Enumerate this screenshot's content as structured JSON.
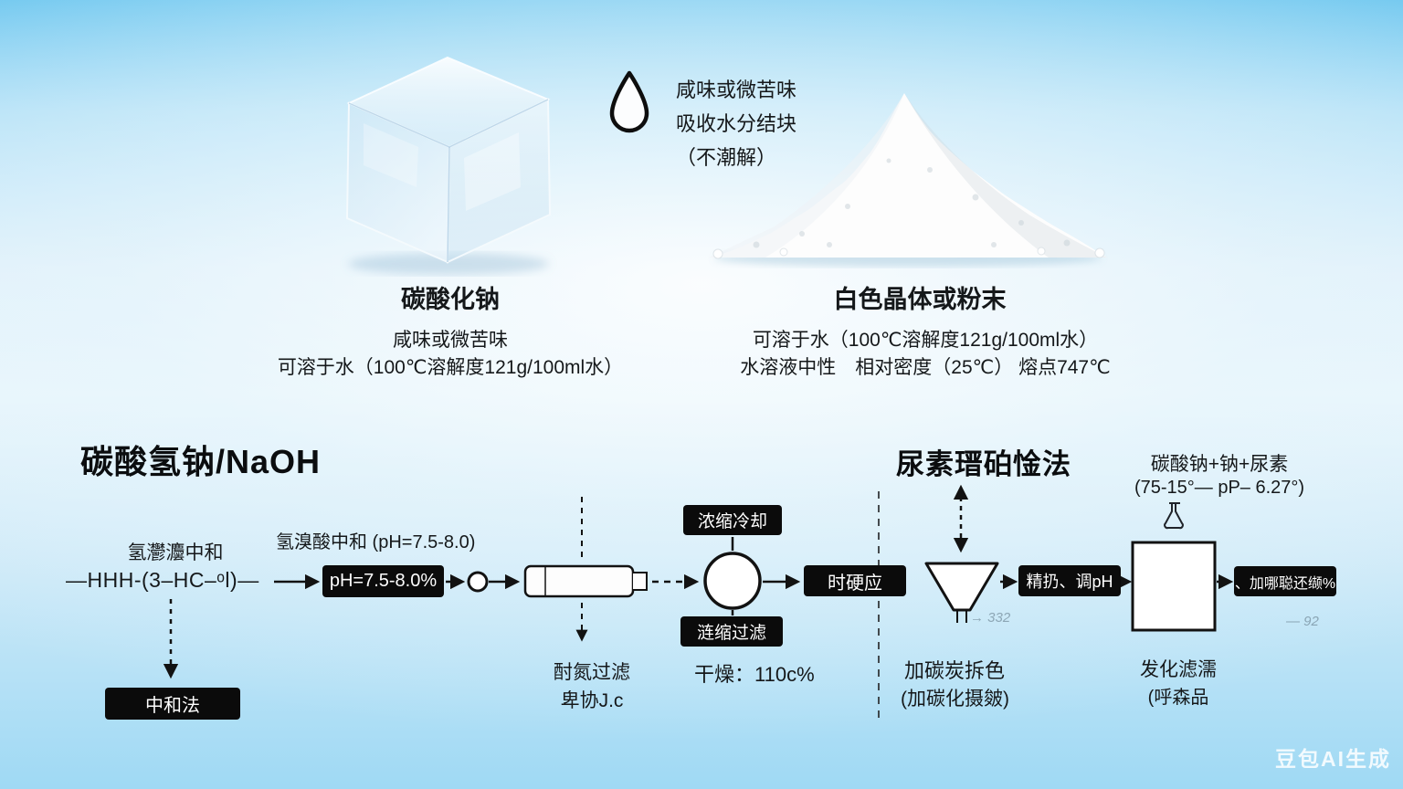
{
  "colors": {
    "box_bg": "#0b0b0b",
    "box_text": "#ffffff",
    "ink": "#15181a",
    "background_top": "#64c3ee",
    "background_mid": "#e7f5fc",
    "background_bottom": "#9fd9f4"
  },
  "top": {
    "droplet_note": [
      "咸味或微苦味",
      "吸收水分结块",
      "（不潮解）"
    ],
    "left_item": {
      "title": "碳酸化钠",
      "desc1": "咸味或微苦味",
      "desc2": "可溶于水（100℃溶解度121g/100ml水）"
    },
    "right_item": {
      "title": "白色晶体或粉末",
      "desc1": "可溶于水（100℃溶解度121g/100ml水）",
      "desc2": "水溶液中性　相对密度（25℃）  熔点747℃"
    }
  },
  "flow": {
    "left_heading": "碳酸氢钠/NaOH",
    "right_heading": "尿素瑨砶惍法",
    "note_line1": "碳酸钠+钠+尿素",
    "note_line2": "(75-15°— pP– 6.27°)",
    "neutralize_label": "氢灪灋中和",
    "formula": "—HHH-(3–HC–ᵒl)—",
    "neutral_method_box": "中和法",
    "acid_label": "氢溴酸中和 (pH=7.5-8.0)",
    "ph_box": "pH=7.5-8.0%",
    "condense_cool_box": "浓缩冷却",
    "condense_filter_box": "涟缩过滤",
    "filter_note1": "酎氮过滤",
    "filter_note2": "卑协J.c",
    "dry_label": "干燥：110c%",
    "reaction_box": "时硬应",
    "refine_box": "精扔、调pH",
    "final_box": "、加哪聪还缬%",
    "funnel_note1": "加碳炭拆色",
    "funnel_note2": "(加碳化摄皴)",
    "vessel_note1": "发化滤濡",
    "vessel_note2": "(呼森品",
    "faint_note_funnel": "→ 332",
    "faint_note_vessel": "— 92"
  },
  "watermark": "豆包AI生成"
}
